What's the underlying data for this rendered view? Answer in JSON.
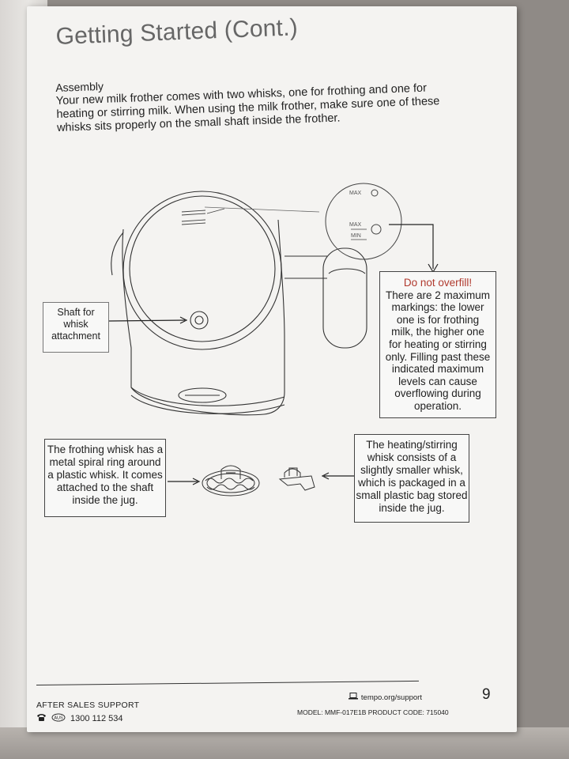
{
  "page": {
    "title": "Getting Started (Cont.)",
    "section_heading": "Assembly",
    "intro_text": "Your new milk frother comes with two whisks, one for frothing and one for heating or stirring milk. When using the milk frother, make sure one of these whisks sits properly on the small shaft inside the frother."
  },
  "callouts": {
    "shaft": {
      "line1": "Shaft for",
      "line2": "whisk",
      "line3": "attachment"
    },
    "warning": {
      "title": "Do not overfill!",
      "body": "There are 2 maximum markings: the lower one is for frothing milk, the higher one for heating or stirring only. Filling past these indicated maximum levels can cause overflowing during operation."
    },
    "frothing_whisk": "The frothing whisk has a metal spiral ring around a plastic whisk. It comes attached to the shaft inside the jug.",
    "heating_whisk": "The heating/stirring whisk consists of a slightly smaller whisk, which is packaged in a small plastic bag stored inside the jug."
  },
  "diagram_labels": {
    "max_upper": "MAX",
    "max_lower": "MAX",
    "min": "MIN"
  },
  "footer": {
    "support_label": "AFTER SALES SUPPORT",
    "phone": "1300 112 534",
    "phone_badge": "AUS",
    "website": "tempo.org/support",
    "model_info": "MODEL: MMF-017E1B   PRODUCT CODE: 715040",
    "page_number": "9"
  },
  "colors": {
    "page": "#f4f3f1",
    "text": "#222222",
    "title": "#666666",
    "warning": "#b03a2e"
  }
}
